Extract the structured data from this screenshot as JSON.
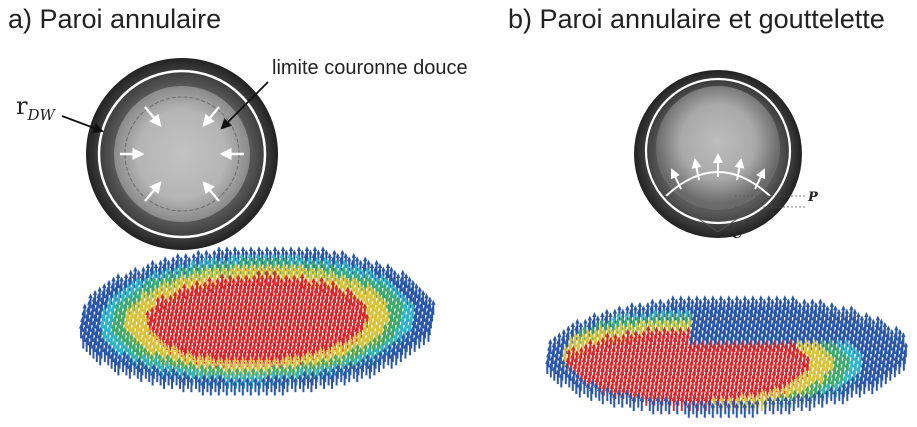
{
  "panel_a": {
    "title": "a) Paroi annulaire",
    "annotation_boundary": "limite couronne douce",
    "radius_symbol": "r",
    "radius_subscript": "DW"
  },
  "panel_b": {
    "title": "b) Paroi annulaire et gouttelette",
    "point_label": "P",
    "center_label": "C"
  },
  "colors": {
    "ring_dark": "#3a3a3a",
    "disk_light": "#b9b9b9",
    "arrow_white": "#ffffff",
    "core_red": "#d9262b",
    "wall_blue": "#2b57a8",
    "transition_yellow": "#d8c23a",
    "transition_green": "#3fa86a",
    "transition_cyan": "#2fb4c8"
  }
}
